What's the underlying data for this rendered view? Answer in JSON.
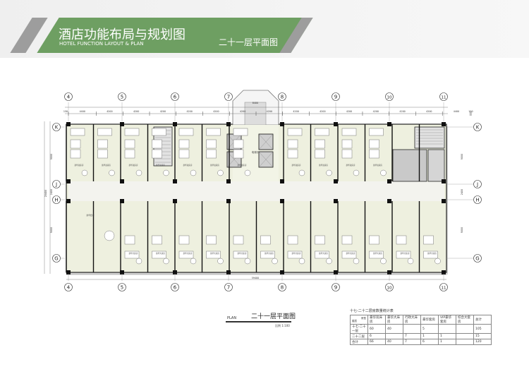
{
  "header": {
    "title": "酒店功能布局与规划图",
    "subtitle": "HOTEL FUNCTION LAYOUT & PLAN",
    "floor_title": "二十一层平面图",
    "accent_color": "#6e9f62"
  },
  "plan": {
    "column_axes": [
      "4",
      "5",
      "6",
      "7",
      "8",
      "9",
      "10",
      "11"
    ],
    "row_axes": [
      "K",
      "J",
      "H",
      "G"
    ],
    "top_dimensions": [
      "150",
      "4400",
      "4200",
      "4200",
      "4200",
      "4200",
      "4200",
      "4200",
      "4200",
      "4200",
      "4200",
      "4200",
      "4200",
      "4200",
      "4200",
      "4400",
      "150"
    ],
    "core_dimension": "8400",
    "bottom_total": "59400",
    "side_dimensions": [
      "9000",
      "2400",
      "9000"
    ],
    "side_total": "20400",
    "room_labels": {
      "lobby": "电梯厅",
      "twin": "豪华双床房",
      "king": "豪华大床房",
      "suite": "豪华套房"
    }
  },
  "caption": {
    "plan": "PLAN",
    "name": "二十一层平面图",
    "scale": "比例 1:100"
  },
  "stats_table": {
    "title": "十七-二十二层房数量统计表",
    "corner_top": "房型",
    "corner_bottom": "楼层",
    "headers": [
      "豪华双床房",
      "豪华大床房",
      "行政大床房",
      "豪华套房",
      "VIP豪华套房",
      "综合大套房",
      "总计"
    ],
    "rows": [
      {
        "label": "十七-二十一层",
        "cells": [
          "60",
          "40",
          "",
          "5",
          "",
          "",
          "105"
        ]
      },
      {
        "label": "二十二层",
        "cells": [
          "6",
          "",
          "7",
          "1",
          "1",
          "",
          "15"
        ]
      },
      {
        "label": "合计",
        "cells": [
          "66",
          "40",
          "7",
          "6",
          "1",
          "",
          "120"
        ]
      }
    ]
  }
}
